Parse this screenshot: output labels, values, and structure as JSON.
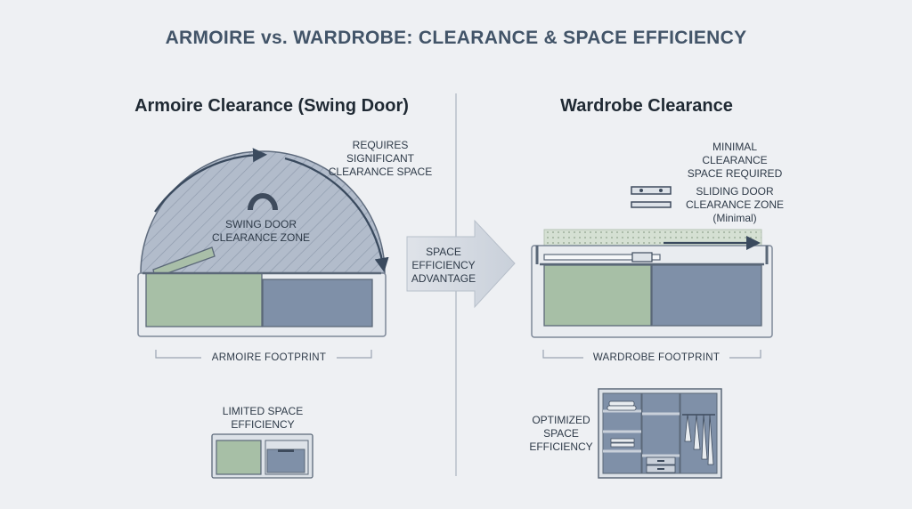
{
  "title": "ARMOIRE vs. WARDROBE: CLEARANCE & SPACE EFFICIENCY",
  "armoire": {
    "heading": "Armoire Clearance (Swing Door)",
    "requires_note": "REQUIRES\nSIGNIFICANT\nCLEARANCE SPACE",
    "zone_label": "SWING DOOR\nCLEARANCE ZONE",
    "footprint_label": "ARMOIRE FOOTPRINT",
    "efficiency_label": "LIMITED SPACE\nEFFICIENCY"
  },
  "advantage_arrow": {
    "label": "SPACE\nEFFICIENCY\nADVANTAGE"
  },
  "wardrobe": {
    "heading": "Wardrobe Clearance",
    "minimal_note": "MINIMAL\nCLEARANCE\nSPACE REQUIRED",
    "zone_label": "SLIDING DOOR\nCLEARANCE ZONE\n(Minimal)",
    "footprint_label": "WARDROBE FOOTPRINT",
    "efficiency_label": "OPTIMIZED\nSPACE\nEFFICIENCY"
  },
  "colors": {
    "green_panel": "#a7bfa6",
    "blue_panel": "#7f90a8",
    "frame": "#5b6878",
    "zone_fill": "#aeb8c6",
    "dot_zone": "#cfdccd"
  }
}
